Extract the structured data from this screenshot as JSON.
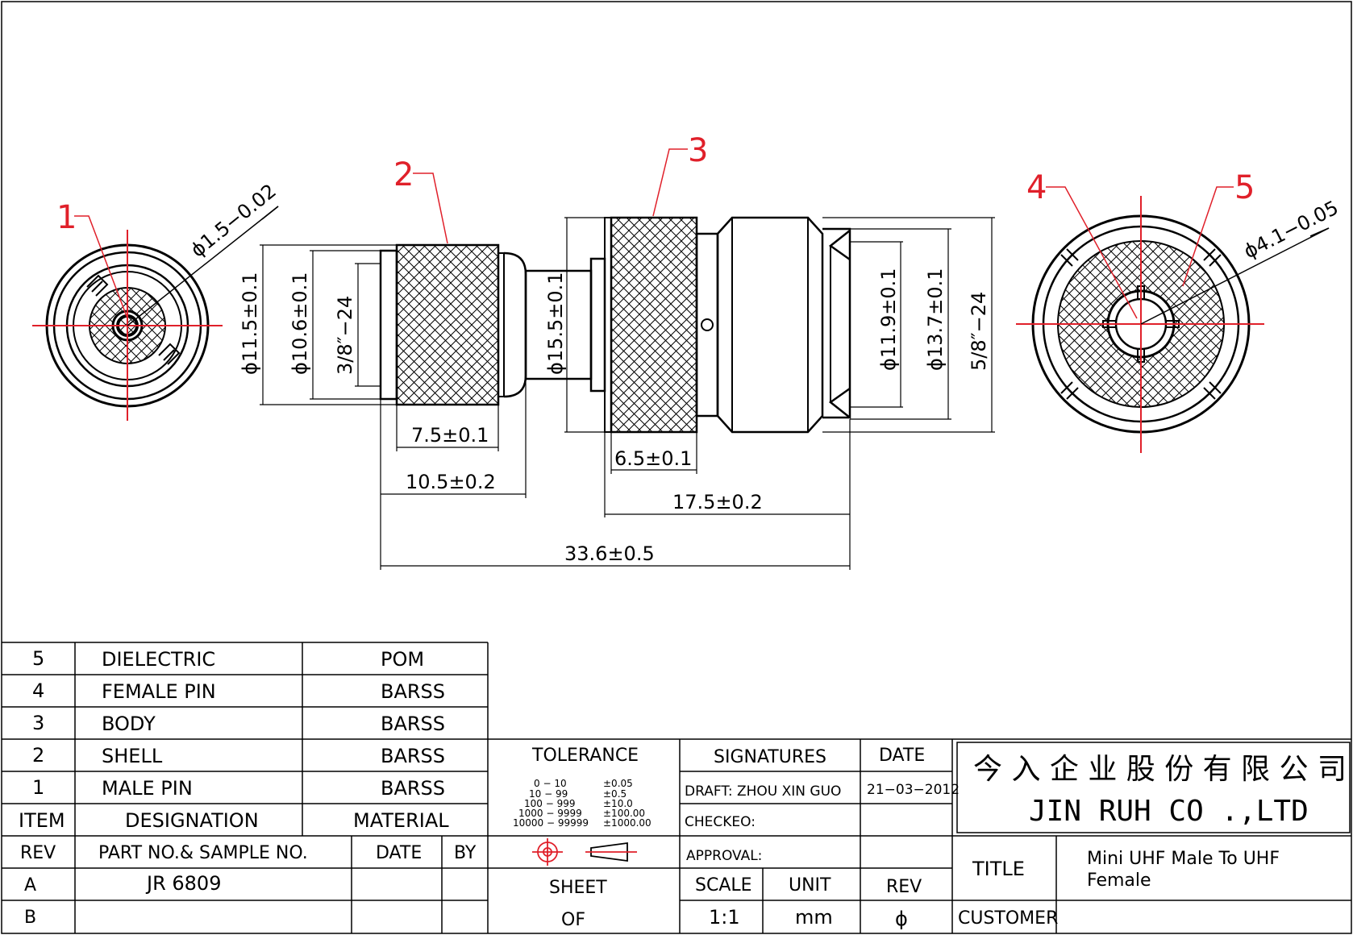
{
  "balloons": [
    "1",
    "2",
    "3",
    "4",
    "5"
  ],
  "dimensions": {
    "pin_dia": "ϕ1.5−0.02",
    "female_dia": "ϕ4.1−0.05",
    "d_11_5": "ϕ11.5±0.1",
    "d_10_6": "ϕ10.6±0.1",
    "thread_3_8": "3/8″−24",
    "d_15_5": "ϕ15.5±0.1",
    "d_11_9": "ϕ11.9±0.1",
    "d_13_7": "ϕ13.7±0.1",
    "thread_5_8": "5/8″−24",
    "l_7_5": "7.5±0.1",
    "l_6_5": "6.5±0.1",
    "l_10_5": "10.5±0.2",
    "l_17_5": "17.5±0.2",
    "l_33_6": "33.6±0.5"
  },
  "bom": {
    "rows": [
      {
        "item": "5",
        "designation": "DIELECTRIC",
        "material": "POM"
      },
      {
        "item": "4",
        "designation": "FEMALE PIN",
        "material": "BARSS"
      },
      {
        "item": "3",
        "designation": "BODY",
        "material": "BARSS"
      },
      {
        "item": "2",
        "designation": "SHELL",
        "material": "BARSS"
      },
      {
        "item": "1",
        "designation": "MALE PIN",
        "material": "BARSS"
      }
    ],
    "headers": {
      "item": "ITEM",
      "designation": "DESIGNATION",
      "material": "MATERIAL"
    }
  },
  "rev_table": {
    "headers": {
      "rev": "REV",
      "part": "PART NO.& SAMPLE NO.",
      "date": "DATE",
      "by": "BY"
    },
    "rows": [
      {
        "rev": "A",
        "part": "JR 6809"
      },
      {
        "rev": "B",
        "part": ""
      }
    ]
  },
  "tolerance": {
    "title": "TOLERANCE",
    "ranges": [
      "0  −  10",
      "10  −  99",
      "100  −  999",
      "1000  −  9999",
      "10000  −  99999"
    ],
    "values": [
      "±0.05",
      "±0.5",
      "±10.0",
      "±100.00",
      "±1000.00"
    ]
  },
  "signatures": {
    "title": "SIGNATURES",
    "draft": "DRAFT: ZHOU XIN GUO",
    "checked": "CHECKEO:",
    "approval": "APPROVAL:"
  },
  "date": {
    "label": "DATE",
    "value": "21−03−2012"
  },
  "company": {
    "chinese": "今 入 企 业 股 份 有 限 公 司",
    "english": "JIN  RUH  CO .,LTD"
  },
  "sheet": {
    "sheet": "SHEET",
    "of": "OF"
  },
  "scale": {
    "label": "SCALE",
    "value": "1:1"
  },
  "unit": {
    "label": "UNIT",
    "value": "mm"
  },
  "rev": {
    "label": "REV",
    "value": "ϕ"
  },
  "title": {
    "label": "TITLE",
    "line1": "Mini UHF Male To UHF",
    "line2": "Female"
  },
  "customer": {
    "label": "CUSTOMER"
  },
  "colors": {
    "ink": "#000000",
    "annotation": "#e0202a"
  }
}
